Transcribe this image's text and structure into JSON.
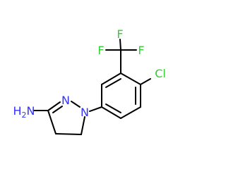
{
  "molecule": {
    "atoms": {
      "f_top": {
        "text": "F",
        "color": "#33cc33"
      },
      "f_left": {
        "text": "F",
        "color": "#33cc33"
      },
      "f_right": {
        "text": "F",
        "color": "#33cc33"
      },
      "cl": {
        "text": "Cl",
        "color": "#33cc33"
      },
      "n_ring": {
        "text": "N",
        "color": "#3333ff"
      },
      "n_aryl": {
        "text": "N",
        "color": "#3333ff"
      },
      "amine": {
        "text": "H2N",
        "color": "#3333ff"
      }
    },
    "bond_color": "#000000"
  }
}
